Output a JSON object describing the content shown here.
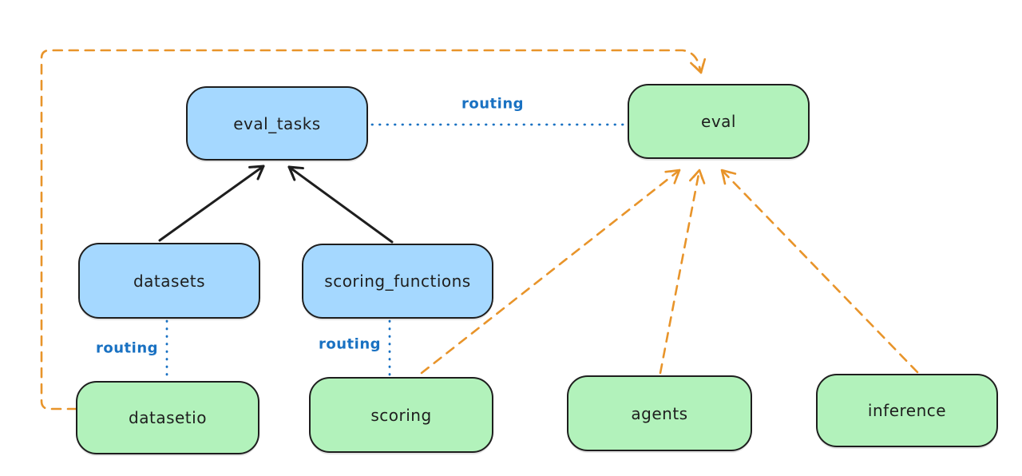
{
  "diagram": {
    "style": "hand-drawn architecture diagram",
    "colors": {
      "background": "#ffffff",
      "api_box_fill": "#a5d8ff",
      "provider_box_fill": "#b2f2bb",
      "box_stroke": "#1e1e1e",
      "routing_blue": "#1971c2",
      "dashed_orange": "#e8942a"
    },
    "nodes": {
      "eval_tasks": {
        "label": "eval_tasks",
        "fill": "#a5d8ff"
      },
      "eval": {
        "label": "eval",
        "fill": "#b2f2bb"
      },
      "datasets": {
        "label": "datasets",
        "fill": "#a5d8ff"
      },
      "scoring_functions": {
        "label": "scoring_functions",
        "fill": "#a5d8ff"
      },
      "datasetio": {
        "label": "datasetio",
        "fill": "#b2f2bb"
      },
      "scoring": {
        "label": "scoring",
        "fill": "#b2f2bb"
      },
      "agents": {
        "label": "agents",
        "fill": "#b2f2bb"
      },
      "inference": {
        "label": "inference",
        "fill": "#b2f2bb"
      }
    },
    "edges": [
      {
        "from": "datasets",
        "to": "eval_tasks",
        "style": "solid-arrow",
        "color": "#1e1e1e",
        "label": ""
      },
      {
        "from": "scoring_functions",
        "to": "eval_tasks",
        "style": "solid-arrow",
        "color": "#1e1e1e",
        "label": ""
      },
      {
        "from": "eval_tasks",
        "to": "eval",
        "style": "dotted",
        "color": "#1971c2",
        "label": "routing"
      },
      {
        "from": "datasets",
        "to": "datasetio",
        "style": "dotted",
        "color": "#1971c2",
        "label": "routing"
      },
      {
        "from": "scoring_functions",
        "to": "scoring",
        "style": "dotted",
        "color": "#1971c2",
        "label": "routing"
      },
      {
        "from": "datasetio",
        "to": "eval",
        "style": "dashed-arrow",
        "color": "#e8942a",
        "label": ""
      },
      {
        "from": "scoring",
        "to": "eval",
        "style": "dashed-arrow",
        "color": "#e8942a",
        "label": ""
      },
      {
        "from": "agents",
        "to": "eval",
        "style": "dashed-arrow",
        "color": "#e8942a",
        "label": ""
      },
      {
        "from": "inference",
        "to": "eval",
        "style": "dashed-arrow",
        "color": "#e8942a",
        "label": ""
      }
    ]
  }
}
